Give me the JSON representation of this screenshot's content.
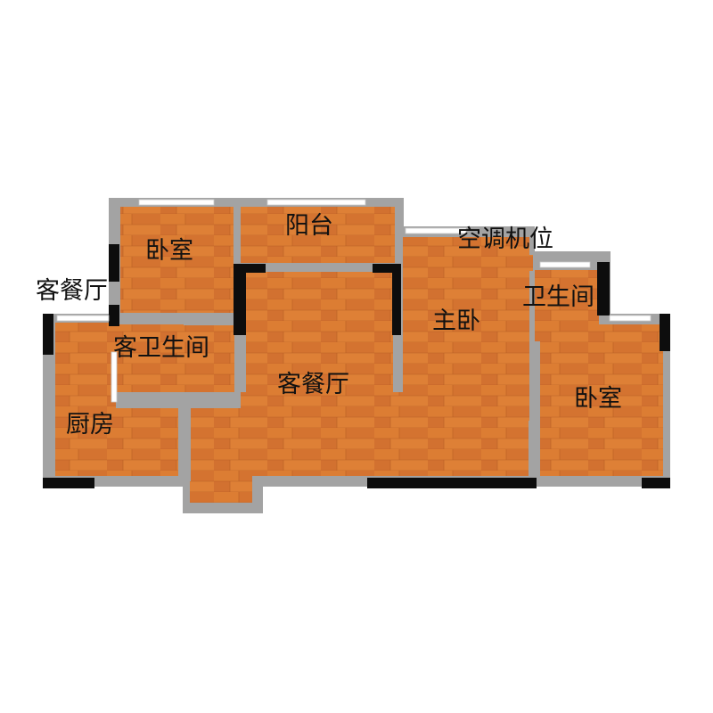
{
  "rooms": {
    "bedroom_nw": "卧室",
    "balcony": "阳台",
    "ac_unit": "空调机位",
    "living_dining_outer": "客餐厅",
    "master_bedroom": "主卧",
    "bathroom": "卫生间",
    "guest_bathroom": "客卫生间",
    "living_dining": "客餐厅",
    "bedroom_se": "卧室",
    "kitchen": "厨房"
  },
  "colors": {
    "floor": "#d9782f",
    "floor_dark": "#c9692a",
    "wall": "#a3a3a3",
    "column": "#0d0d0d",
    "window": "#ffffff"
  }
}
